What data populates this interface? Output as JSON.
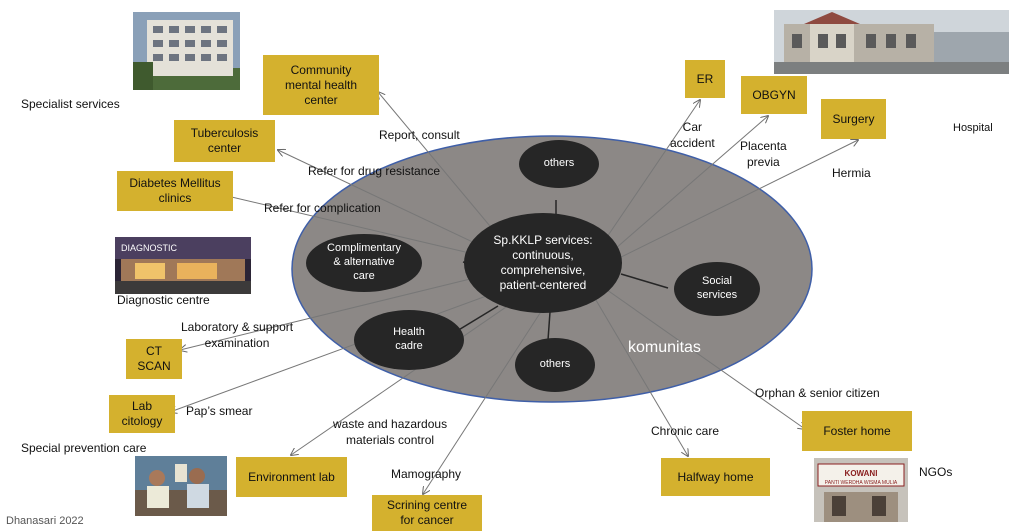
{
  "central": "Sp.KKLP services:\ncontinuous,\ncomprehensive,\npatient-centered",
  "community_label": "komunitas",
  "inner_nodes": {
    "others_top": "others",
    "complementary": "Complimentary\n& alternative\ncare",
    "social": "Social\nservices",
    "health_cadre": "Health\ncadre",
    "others_bottom": "others"
  },
  "boxes": {
    "mental_health": "Community\nmental health\ncenter",
    "tuberculosis": "Tuberculosis\ncenter",
    "diabetes": "Diabetes Mellitus\nclinics",
    "ct_scan": "CT\nSCAN",
    "lab_citology": "Lab\ncitology",
    "environment_lab": "Environment lab",
    "screening": "Scrining centre\nfor cancer",
    "halfway": "Halfway home",
    "foster": "Foster home",
    "er": "ER",
    "obgyn": "OBGYN",
    "surgery": "Surgery"
  },
  "edge_labels": {
    "report": "Report, consult",
    "drug_resistance": "Refer for drug resistance",
    "complication": "Refer for complication",
    "laboratory": "Laboratory & support\nexamination",
    "paps": "Pap’s smear",
    "waste": "waste and hazardous\nmaterials control",
    "mamography": "Mamography",
    "chronic": "Chronic care",
    "orphan": "Orphan & senior citizen",
    "car_accident": "Car\naccident",
    "placenta": "Placenta\nprevia",
    "hernia": "Hermia"
  },
  "side_labels": {
    "specialist": "Specialist services",
    "diagnostic": "Diagnostic centre",
    "special_prevention": "Special prevention care",
    "hospital": "Hospital",
    "ngos": "NGOs"
  },
  "photo_texts": {
    "diagnostic_sign": "DIAGNOSTIC",
    "kowani": "KOWANI",
    "panti": "PANTI WERDHA WISMA MULIA"
  },
  "credit": "Dhanasari 2022",
  "colors": {
    "box": "#d4b12e",
    "ellipse": "#8c8886",
    "node": "#262626"
  },
  "icons": [
    "building-photo",
    "hospital-photo",
    "diagnostic-photo",
    "workers-photo",
    "ngo-photo"
  ]
}
